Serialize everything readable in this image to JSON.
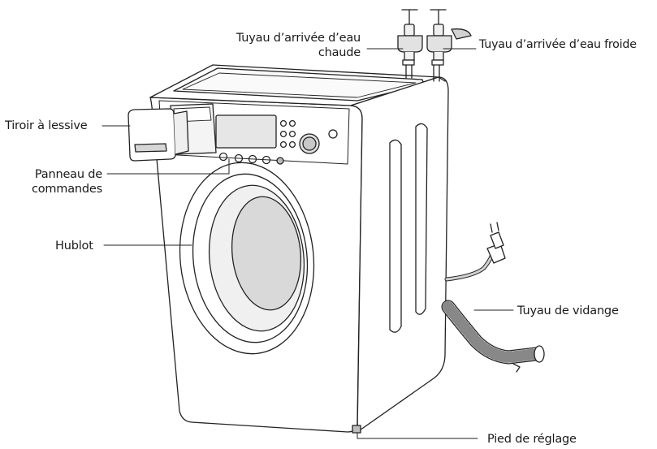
{
  "labels": {
    "hot_hose": [
      "Tuyau d’arrivée d’eau",
      "chaude"
    ],
    "cold_hose": "Tuyau d’arrivée d’eau froide",
    "drawer": "Tiroir à lessive",
    "panel": [
      "Panneau de",
      "commandes"
    ],
    "door": "Hublot",
    "drain": "Tuyau de vidange",
    "foot": "Pied de réglage"
  },
  "colors": {
    "line": "#222222",
    "window": "#dcdcdc",
    "shade": "#c8c8c8",
    "hose": "#bdbdbd"
  }
}
